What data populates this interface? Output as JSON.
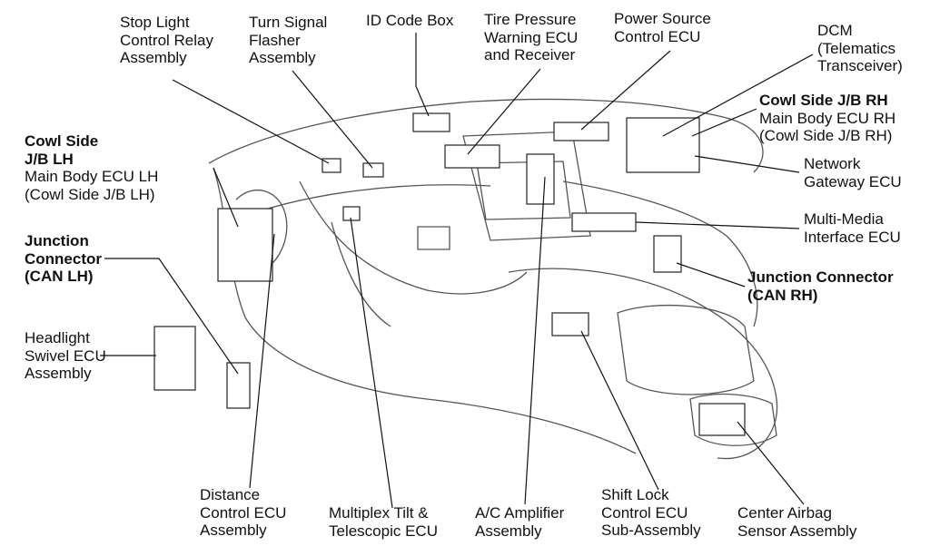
{
  "labels": {
    "stop_light": [
      "Stop Light",
      "Control Relay",
      "Assembly"
    ],
    "turn_signal": [
      "Turn Signal",
      "Flasher",
      "Assembly"
    ],
    "id_code": [
      "ID Code Box"
    ],
    "tire_pressure": [
      "Tire Pressure",
      "Warning ECU",
      "and Receiver"
    ],
    "power_source": [
      "Power Source",
      "Control ECU"
    ],
    "dcm": [
      "DCM",
      "(Telematics",
      "Transceiver)"
    ],
    "cowl_rh": {
      "bold": "Cowl Side J/B RH",
      "lines": [
        "Main Body ECU RH",
        "(Cowl Side J/B RH)"
      ]
    },
    "network_gateway": [
      "Network",
      "Gateway ECU"
    ],
    "multimedia": [
      "Multi-Media",
      "Interface ECU"
    ],
    "jc_rh": [
      "Junction Connector",
      "(CAN RH)"
    ],
    "cowl_lh": {
      "bold": [
        "Cowl Side",
        "J/B LH"
      ],
      "lines": [
        "Main Body ECU LH",
        "(Cowl Side J/B LH)"
      ]
    },
    "jc_lh": [
      "Junction",
      "Connector",
      "(CAN LH)"
    ],
    "headlight": [
      "Headlight",
      "Swivel ECU",
      "Assembly"
    ],
    "distance": [
      "Distance",
      "Control ECU",
      "Assembly"
    ],
    "multiplex": [
      "Multiplex Tilt &",
      "Telescopic ECU"
    ],
    "ac": [
      "A/C Amplifier",
      "Assembly"
    ],
    "shift_lock": [
      "Shift Lock",
      "Control ECU",
      "Sub-Assembly"
    ],
    "airbag": [
      "Center Airbag",
      "Sensor Assembly"
    ]
  }
}
